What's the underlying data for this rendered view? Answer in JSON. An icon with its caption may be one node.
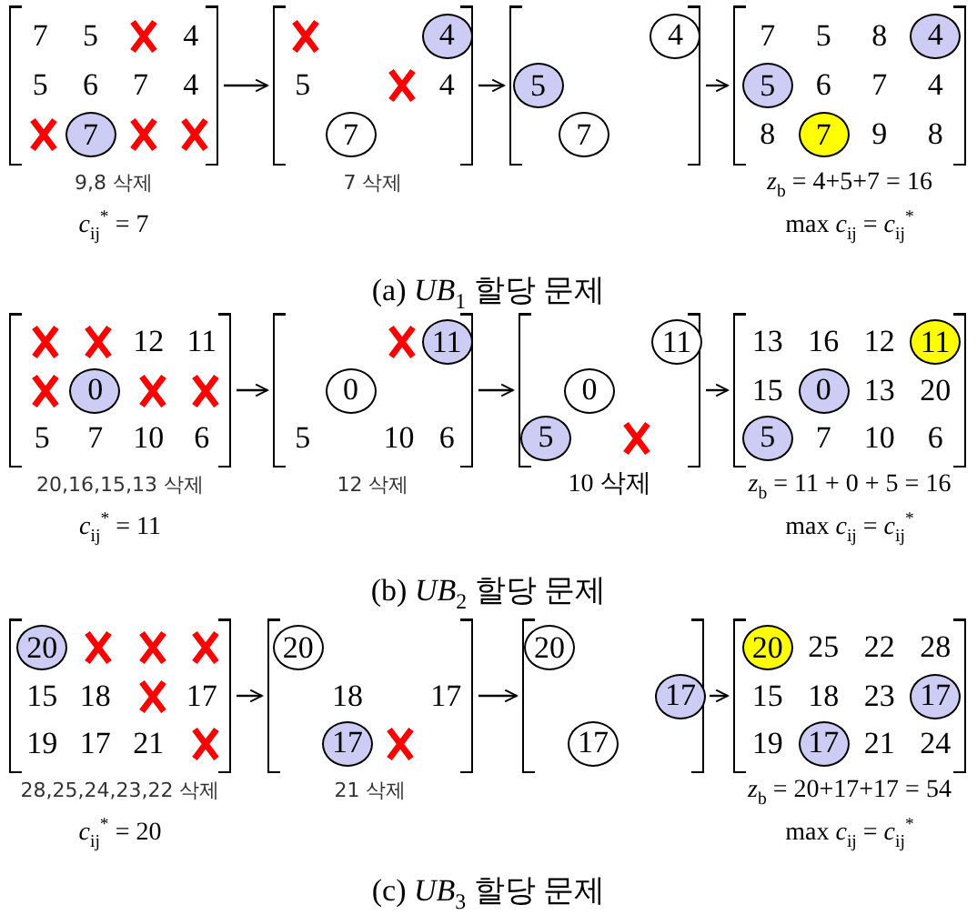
{
  "diagram": {
    "nodes": [
      {
        "text": [
          "7",
          "5",
          "4",
          "5",
          "6",
          "7",
          "4"
        ],
        "beside": [
          "9,8 삭제",
          "*c*$_{ij}$$^{*}$ = 7"
        ]
      },
      {
        "text": [
          "7"
        ],
        "in": 0
      },
      {
        "text": [
          "5",
          "4"
        ],
        "beside": [
          "7 삭제"
        ]
      },
      {
        "text": [
          "4"
        ],
        "in": 2
      },
      {
        "text": [
          "7"
        ],
        "in": 2
      },
      {
        "text": [],
        "shape": "box"
      },
      {
        "text": [
          "4"
        ],
        "in": 5
      },
      {
        "text": [
          "5"
        ],
        "in": 5
      },
      {
        "text": [
          "7"
        ],
        "in": 5
      },
      {
        "text": [
          "7",
          "5",
          "8",
          "6",
          "7",
          "4",
          "8",
          "9",
          "8"
        ],
        "beside": [
          "*z*$_{b}$ = 4+5+7 = 16",
          "max *c*$_{ij}$ = *c*$_{ij}$$^{*}$"
        ]
      },
      {
        "text": [
          "4"
        ],
        "in": 9
      },
      {
        "text": [
          "5"
        ],
        "in": 9
      },
      {
        "text": [
          "7"
        ],
        "in": 9
      },
      {
        "text": [
          "12",
          "11",
          "5",
          "7",
          "10",
          "6"
        ],
        "beside": [
          "20,16,15,13 삭제",
          "*c*$_{ij}$$^{*}$ = 11"
        ]
      },
      {
        "text": [
          "0"
        ],
        "in": 13
      },
      {
        "text": [
          "5",
          "10",
          "6"
        ],
        "beside": [
          "12 삭제"
        ]
      },
      {
        "text": [
          "11"
        ],
        "in": 15
      },
      {
        "text": [
          "0"
        ],
        "in": 15
      },
      {
        "text": [],
        "shape": "box",
        "beside": [
          "10 삭제"
        ]
      },
      {
        "text": [
          "11"
        ],
        "in": 18
      },
      {
        "text": [
          "0"
        ],
        "in": 18
      },
      {
        "text": [
          "5"
        ],
        "in": 18
      },
      {
        "text": [
          "13",
          "16",
          "12",
          "15",
          "13",
          "20",
          "7",
          "10",
          "6"
        ],
        "beside": [
          "*z*$_{b}$ = 11 + 0 + 5 = 16",
          "max *c*$_{ij}$ = *c*$_{ij}$$^{*}$"
        ]
      },
      {
        "text": [
          "11"
        ],
        "in": 22
      },
      {
        "text": [
          "0"
        ],
        "in": 22
      },
      {
        "text": [
          "5"
        ],
        "in": 22
      },
      {
        "text": [
          "15",
          "18",
          "17",
          "19",
          "17",
          "21"
        ],
        "beside": [
          "28,25,24,23,22 삭제",
          "*c*$_{ij}$$^{*}$ = 20"
        ]
      },
      {
        "text": [
          "20"
        ],
        "in": 26
      },
      {
        "text": [
          "18",
          "17"
        ],
        "beside": [
          "21 삭제"
        ]
      },
      {
        "text": [
          "20"
        ],
        "in": 28
      },
      {
        "text": [
          "17"
        ],
        "in": 28
      },
      {
        "text": [],
        "shape": "box"
      },
      {
        "text": [
          "20"
        ],
        "in": 31
      },
      {
        "text": [
          "17"
        ],
        "in": 31
      },
      {
        "text": [
          "17"
        ],
        "in": 31
      },
      {
        "text": [
          "25",
          "22",
          "28",
          "15",
          "18",
          "23",
          "19",
          "21",
          "24"
        ],
        "beside": [
          "*z*$_{b}$ = 20+17+17 = 54",
          "max *c*$_{ij}$ = *c*$_{ij}$$^{*}$"
        ]
      },
      {
        "text": [
          "20"
        ],
        "in": 35
      },
      {
        "text": [
          "17"
        ],
        "in": 35
      },
      {
        "text": [
          "17"
        ],
        "in": 35
      }
    ],
    "edges": [
      {
        "from": 0,
        "to": 2,
        "arrow": "to"
      },
      {
        "from": 2,
        "to": 5,
        "arrow": "to"
      },
      {
        "from": 5,
        "to": 9,
        "arrow": "to"
      },
      {
        "from": 13,
        "to": 15,
        "arrow": "to"
      },
      {
        "from": 15,
        "to": 18,
        "arrow": "to"
      },
      {
        "from": 18,
        "to": 22,
        "arrow": "to"
      },
      {
        "from": 26,
        "to": 28,
        "arrow": "to"
      },
      {
        "from": 28,
        "to": 31,
        "arrow": "to"
      },
      {
        "from": 31,
        "to": 35,
        "arrow": "to"
      }
    ],
    "labels": [
      "(a) *UB*$_{1}$ 할당 문제",
      "(b) *UB*$_{2}$ 할당 문제",
      "(c) *UB*$_{3}$ 할당 문제"
    ]
  }
}
